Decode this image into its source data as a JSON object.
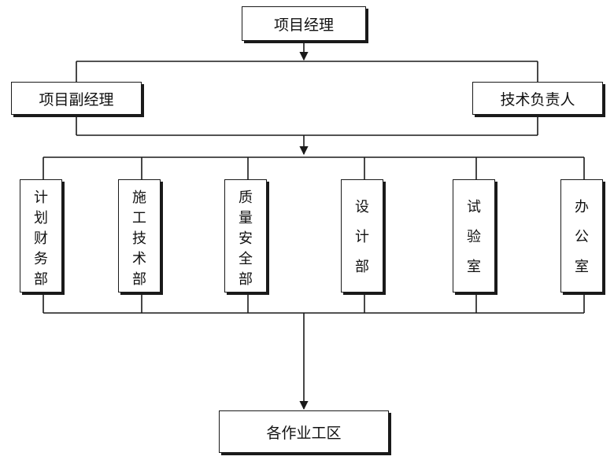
{
  "org_chart": {
    "top": "项目经理",
    "deputy_left": "项目副经理",
    "deputy_right": "技术负责人",
    "departments": [
      "计划财务部",
      "施工技术部",
      "质量安全部",
      "设计部",
      "试验室",
      "办公室"
    ],
    "bottom": "各作业工区"
  },
  "colors": {
    "line": "#1a1a1a",
    "box_border": "#1a1a1a",
    "background": "#ffffff"
  }
}
